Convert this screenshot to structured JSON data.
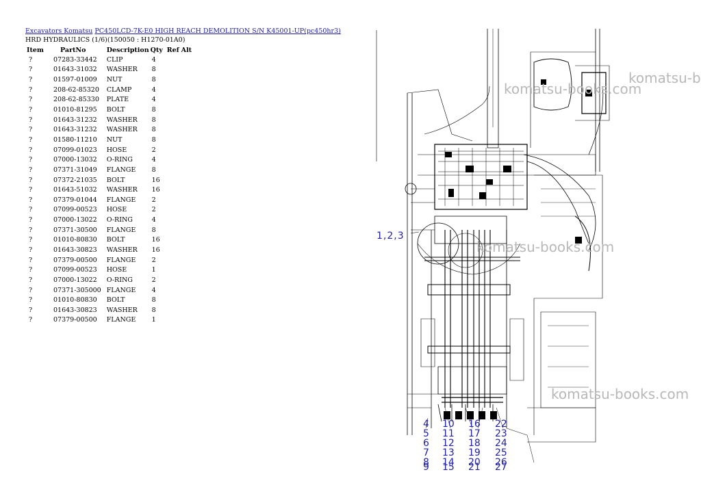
{
  "breadcrumb": {
    "link1": "Excavators Komatsu",
    "link2": "PC450LCD-7K-E0 HIGH REACH DEMOLITION S/N K45001-UP(pc450hr3)"
  },
  "subtitle": "HRD HYDRAULICS (1/6)(150050 : H1270-01A0)",
  "table": {
    "headers": [
      "Item",
      "PartNo",
      "Description",
      "Qty",
      "Ref",
      "Alt"
    ],
    "rows": [
      [
        "?",
        "07283-33442",
        "CLIP",
        "4"
      ],
      [
        "?",
        "01643-31032",
        "WASHER",
        "8"
      ],
      [
        "?",
        "01597-01009",
        "NUT",
        "8"
      ],
      [
        "?",
        "208-62-85320",
        "CLAMP",
        "4"
      ],
      [
        "?",
        "208-62-85330",
        "PLATE",
        "4"
      ],
      [
        "?",
        "01010-81295",
        "BOLT",
        "8"
      ],
      [
        "?",
        "01643-31232",
        "WASHER",
        "8"
      ],
      [
        "?",
        "01643-31232",
        "WASHER",
        "8"
      ],
      [
        "?",
        "01580-11210",
        "NUT",
        "8"
      ],
      [
        "?",
        "07099-01023",
        "HOSE",
        "2"
      ],
      [
        "?",
        "07000-13032",
        "O-RING",
        "4"
      ],
      [
        "?",
        "07371-31049",
        "FLANGE",
        "8"
      ],
      [
        "?",
        "07372-21035",
        "BOLT",
        "16"
      ],
      [
        "?",
        "01643-51032",
        "WASHER",
        "16"
      ],
      [
        "?",
        "07379-01044",
        "FLANGE",
        "2"
      ],
      [
        "?",
        "07099-00523",
        "HOSE",
        "2"
      ],
      [
        "?",
        "07000-13022",
        "O-RING",
        "4"
      ],
      [
        "?",
        "07371-30500",
        "FLANGE",
        "8"
      ],
      [
        "?",
        "01010-80830",
        "BOLT",
        "16"
      ],
      [
        "?",
        "01643-30823",
        "WASHER",
        "16"
      ],
      [
        "?",
        "07379-00500",
        "FLANGE",
        "2"
      ],
      [
        "?",
        "07099-00523",
        "HOSE",
        "1"
      ],
      [
        "?",
        "07000-13022",
        "O-RING",
        "2"
      ],
      [
        "?",
        "07371-305000",
        "FLANGE",
        "4"
      ],
      [
        "?",
        "01010-80830",
        "BOLT",
        "8"
      ],
      [
        "?",
        "01643-30823",
        "WASHER",
        "8"
      ],
      [
        "?",
        "07379-00500",
        "FLANGE",
        "1"
      ]
    ]
  },
  "diagram": {
    "watermark_text": "komatsu-books.com",
    "watermark_text_cut": "komatsu-b",
    "callout_left": "1,2,3",
    "callout_columns": [
      [
        "4",
        "5",
        "6",
        "7",
        "8",
        "9"
      ],
      [
        "10",
        "11",
        "12",
        "13",
        "14",
        "15"
      ],
      [
        "16",
        "17",
        "18",
        "19",
        "20",
        "21"
      ],
      [
        "22",
        "23",
        "24",
        "25",
        "26",
        "27"
      ]
    ],
    "line_color": "#000000",
    "callout_color": "#2020a8",
    "watermark_color": "#b8b8b8"
  }
}
